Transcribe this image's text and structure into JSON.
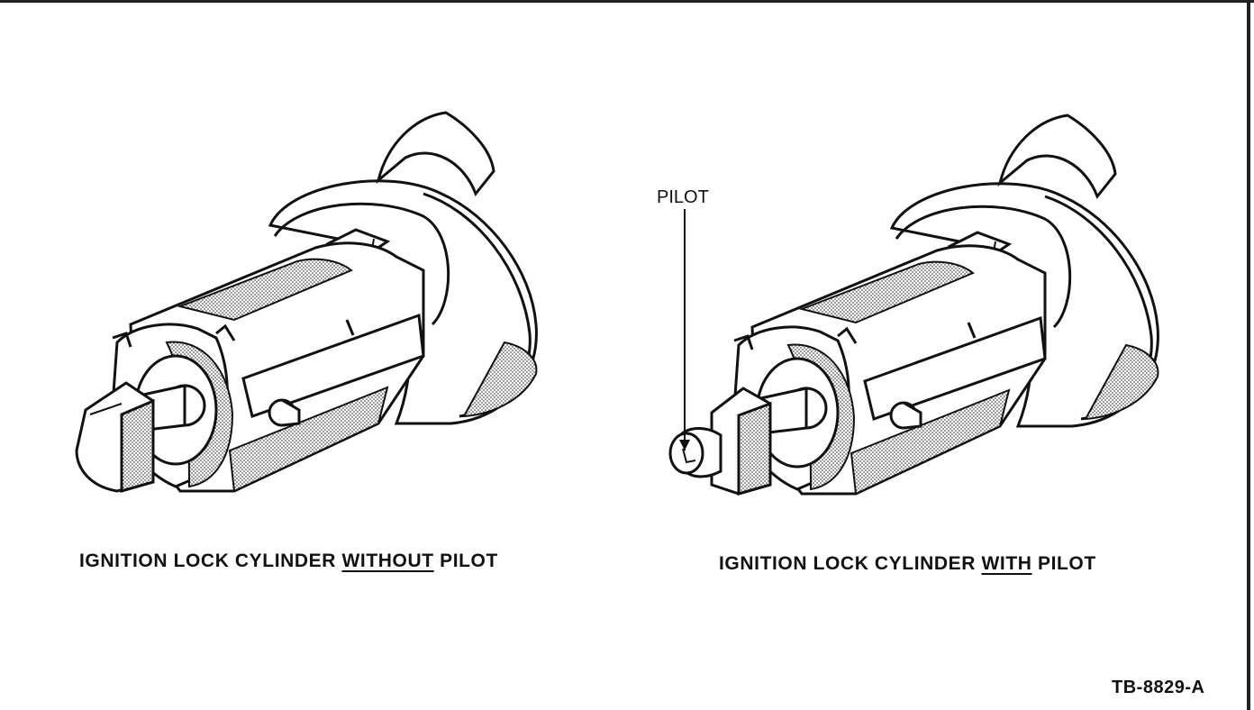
{
  "figure": {
    "left_caption": {
      "prefix": "IGNITION LOCK CYLINDER ",
      "emphasis": "WITHOUT",
      "suffix": " PILOT"
    },
    "right_caption": {
      "prefix": "IGNITION LOCK CYLINDER ",
      "emphasis": "WITH",
      "suffix": " PILOT"
    },
    "callout_label": "PILOT",
    "figure_id": "TB-8829-A"
  },
  "colors": {
    "ink": "#111111",
    "shade": "#9a9a9a",
    "paper": "#ffffff"
  }
}
